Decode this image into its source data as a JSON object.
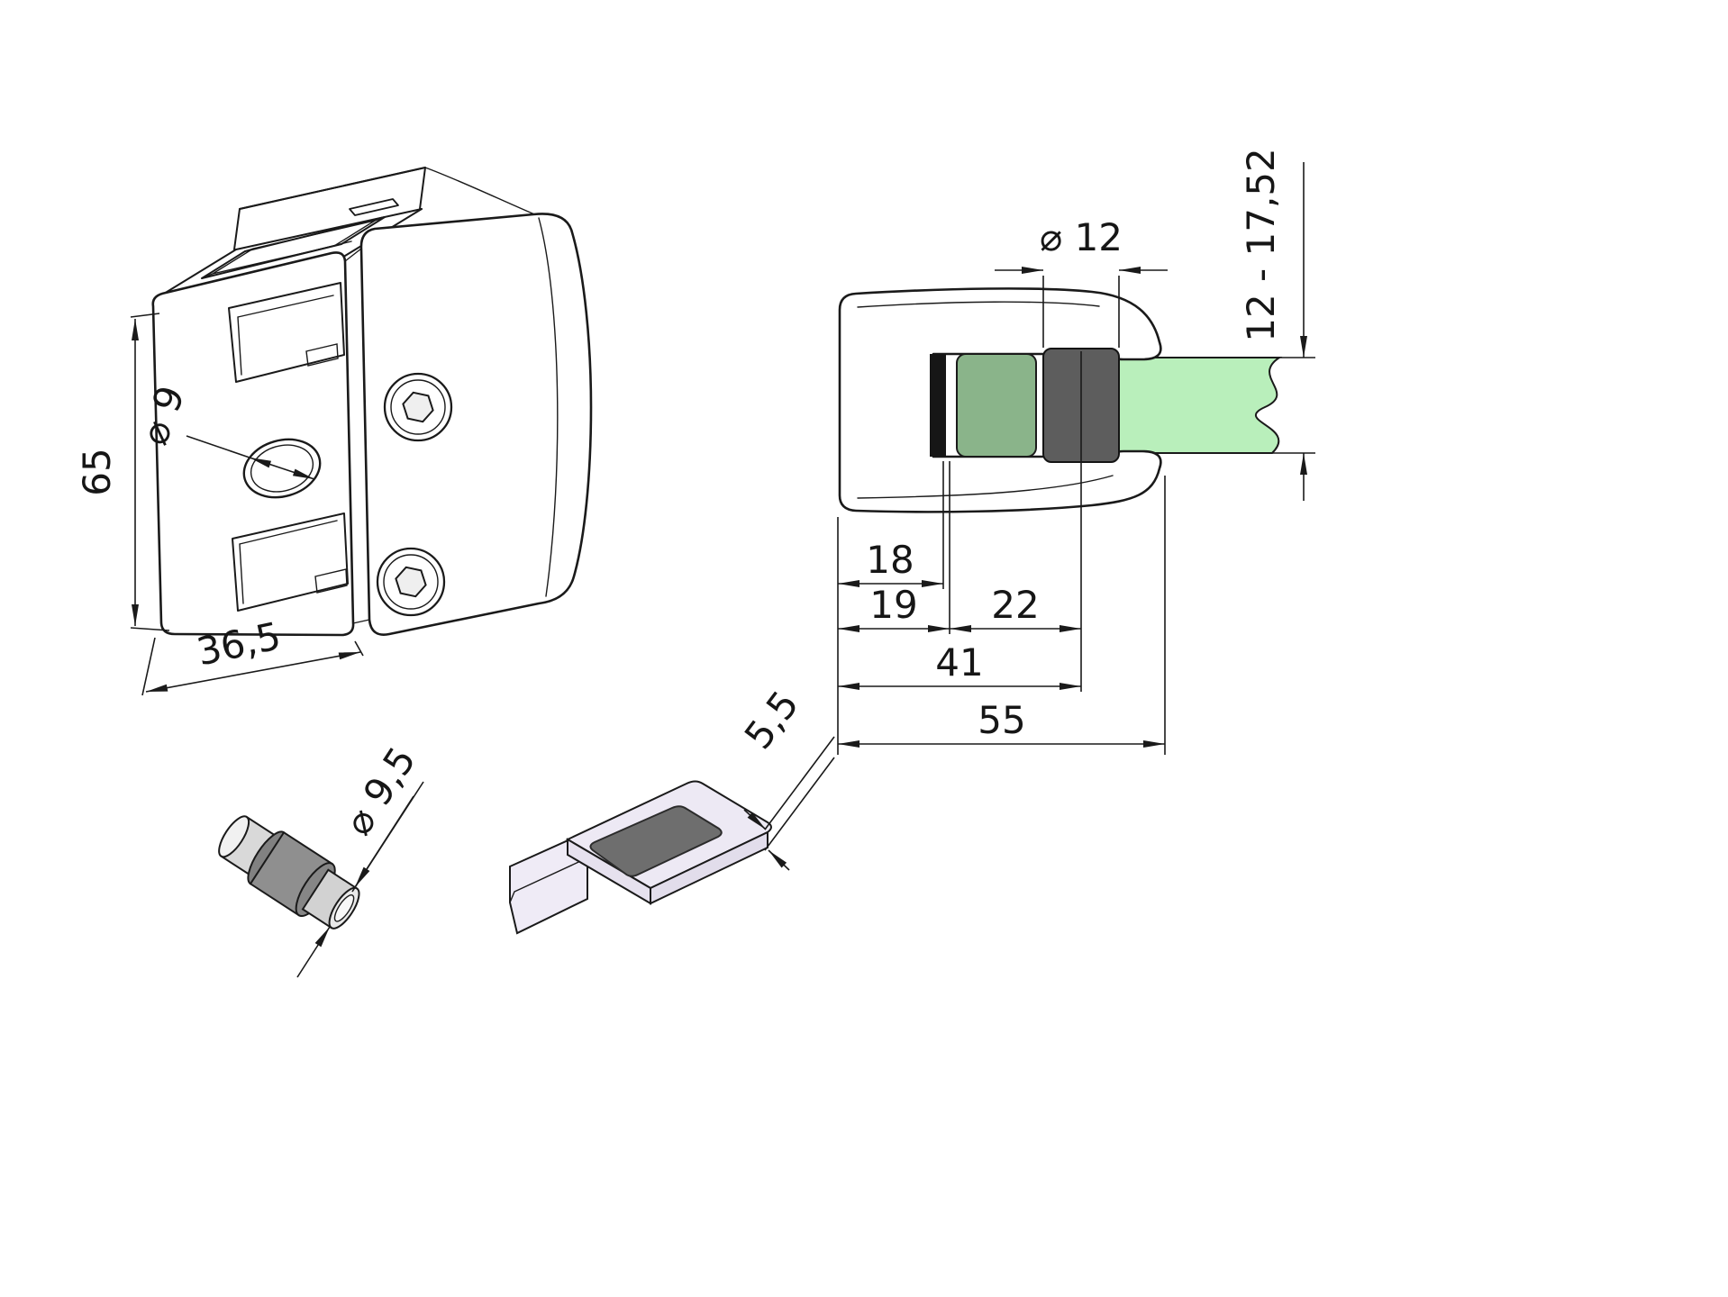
{
  "drawing": {
    "part": "glass-clamp",
    "views": {
      "isometric": {
        "height": "65",
        "depth": "36,5",
        "hole_diameter": "⌀ 9"
      },
      "side_section": {
        "pin_diameter": "⌀ 12",
        "glass_thickness_range": "12 - 17,52",
        "dims": [
          "18",
          "19",
          "22",
          "41",
          "55"
        ]
      },
      "pin": {
        "diameter": "⌀ 9,5"
      },
      "gasket": {
        "thickness": "5,5"
      }
    },
    "colors": {
      "line": "#1a1a1a",
      "glass": "#b9efbb",
      "gasket_rubber": "#8ab48a",
      "clamp_pin_rubber": "#5d5d5d",
      "pad": "#6e6e6e",
      "plate_tint": "#ede9f4"
    }
  }
}
